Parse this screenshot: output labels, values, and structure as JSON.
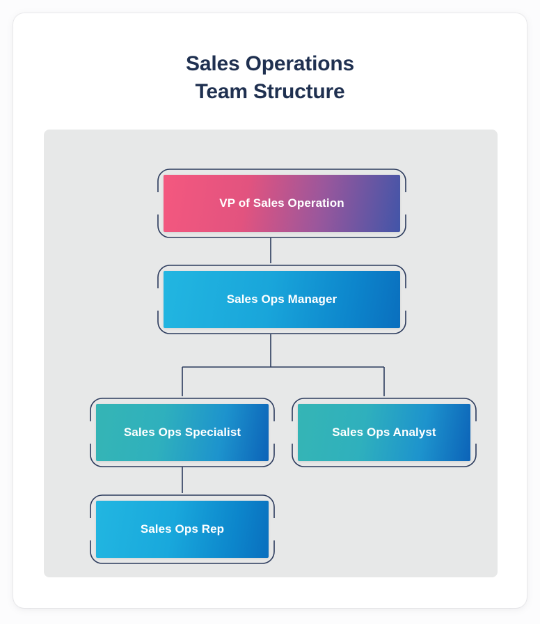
{
  "page": {
    "title_line1": "Sales Operations",
    "title_line2": "Team Structure",
    "title_color": "#1f3050",
    "card_background": "#ffffff",
    "panel_background": "#e7e8e8",
    "connector_color": "#2b3a5c"
  },
  "chart_data": {
    "type": "diagram",
    "diagram_type": "organization-chart",
    "title": "Sales Operations Team Structure",
    "orientation": "top-down",
    "nodes": [
      {
        "id": "vp",
        "label": "VP of Sales Operation",
        "level": 1,
        "parent": null,
        "gradient_from": "#f4587f",
        "gradient_to": "#4255a8",
        "text_color": "#ffffff"
      },
      {
        "id": "manager",
        "label": "Sales Ops Manager",
        "level": 2,
        "parent": "vp",
        "gradient_from": "#22b6e1",
        "gradient_to": "#0a6fbe",
        "text_color": "#ffffff"
      },
      {
        "id": "specialist",
        "label": "Sales Ops Specialist",
        "level": 3,
        "parent": "manager",
        "gradient_from": "#35b5b5",
        "gradient_to": "#0c63b8",
        "text_color": "#ffffff"
      },
      {
        "id": "analyst",
        "label": "Sales Ops Analyst",
        "level": 3,
        "parent": "manager",
        "gradient_from": "#35b5b5",
        "gradient_to": "#0c63b8",
        "text_color": "#ffffff"
      },
      {
        "id": "rep",
        "label": "Sales Ops Rep",
        "level": 4,
        "parent": "specialist",
        "gradient_from": "#22b6e1",
        "gradient_to": "#0a6fbe",
        "text_color": "#ffffff"
      }
    ],
    "edges": [
      {
        "from": "vp",
        "to": "manager"
      },
      {
        "from": "manager",
        "to": "specialist"
      },
      {
        "from": "manager",
        "to": "analyst"
      },
      {
        "from": "specialist",
        "to": "rep"
      }
    ]
  }
}
